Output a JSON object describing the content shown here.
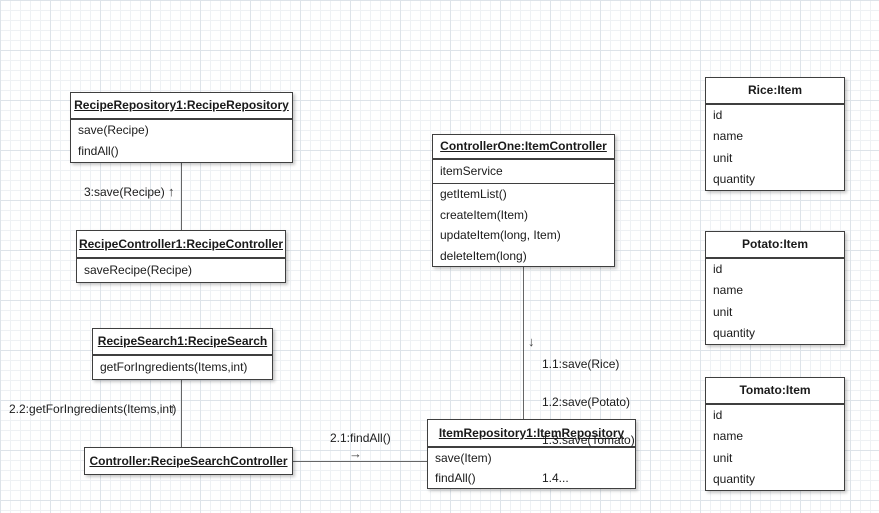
{
  "colors": {
    "box_border": "#3f3f3f",
    "box_fill": "#ffffff",
    "connector": "#666666",
    "text": "#1a1a1a",
    "grid_minor": "#eef1f4",
    "grid_major": "#dde3e9"
  },
  "boxes": {
    "recipe_repository": {
      "title": "RecipeRepository1:RecipeRepository",
      "members": [
        "save(Recipe)",
        "findAll()"
      ]
    },
    "recipe_controller": {
      "title": "RecipeController1:RecipeController",
      "members": [
        "saveRecipe(Recipe)"
      ]
    },
    "recipe_search": {
      "title": "RecipeSearch1:RecipeSearch",
      "members": [
        "getForIngredients(Items,int)"
      ]
    },
    "recipe_search_controller": {
      "title": "Controller:RecipeSearchController"
    },
    "item_controller": {
      "title": "ControllerOne:ItemController",
      "attributes": [
        "itemService"
      ],
      "methods": [
        "getItemList()",
        "createItem(Item)",
        "updateItem(long, Item)",
        "deleteItem(long)"
      ]
    },
    "item_repository": {
      "title": "ItemRepository1:ItemRepository",
      "members": [
        "save(Item)",
        "findAll()"
      ]
    },
    "rice": {
      "title": "Rice:Item",
      "attributes": [
        "id",
        "name",
        "unit",
        "quantity"
      ]
    },
    "potato": {
      "title": "Potato:Item",
      "attributes": [
        "id",
        "name",
        "unit",
        "quantity"
      ]
    },
    "tomato": {
      "title": "Tomato:Item",
      "attributes": [
        "id",
        "name",
        "unit",
        "quantity"
      ]
    }
  },
  "messages": {
    "save_recipe": {
      "text": "3:save(Recipe)",
      "arrow": "↑"
    },
    "get_for_ingredients": {
      "text": "2.2:getForIngredients(Items,int)",
      "arrow": "↑"
    },
    "find_all": {
      "text": "2.1:findAll()",
      "arrow": "→"
    },
    "save_items": {
      "arrow": "↓",
      "lines": [
        "1.1:save(Rice)",
        "1.2:save(Potato)",
        "1.3:save(Tomato)",
        "1.4..."
      ]
    }
  }
}
